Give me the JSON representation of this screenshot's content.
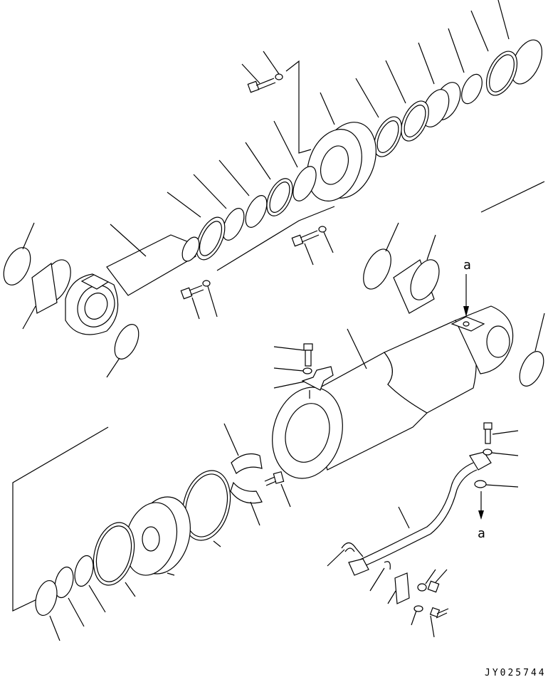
{
  "diagram": {
    "reference_labels": [
      "a",
      "a"
    ],
    "drawing_code": "JY025744",
    "line_color": "#000000",
    "background_color": "#ffffff"
  }
}
